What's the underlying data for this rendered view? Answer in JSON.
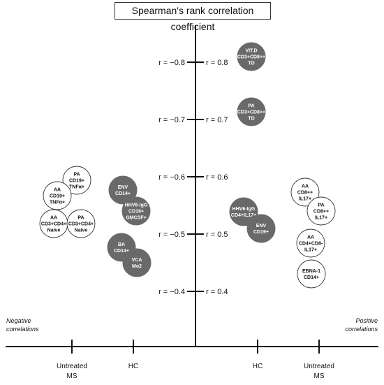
{
  "title": "Spearman's rank correlation coefficient",
  "left_ticks": [
    "r = −0.8",
    "r = −0.7",
    "r = −0.6",
    "r = −0.5",
    "r = −0.4"
  ],
  "right_ticks": [
    "r = 0.8",
    "r = 0.7",
    "r = 0.6",
    "r = 0.5",
    "r = 0.4"
  ],
  "x_axis": {
    "labels": [
      [
        "Untreated",
        "MS"
      ],
      [
        "HC"
      ],
      [
        "HC"
      ],
      [
        "Untreated",
        "MS"
      ]
    ]
  },
  "notes": {
    "negative": [
      "Negative",
      "correlations"
    ],
    "positive": [
      "Positive",
      "correlations"
    ]
  },
  "colors": {
    "filled": "#696969",
    "outline": "#333333",
    "axis": "#111111"
  },
  "bubbles": [
    {
      "id": "pa-cd19-tnfa",
      "style": "outline",
      "lines": [
        "PA",
        "CD19+",
        "TNFα+"
      ]
    },
    {
      "id": "aa-cd19-tnfa",
      "style": "outline",
      "lines": [
        "AA",
        "CD19+",
        "TNFα+"
      ]
    },
    {
      "id": "aa-cd3cd4-naive",
      "style": "outline",
      "lines": [
        "AA",
        "CD3+CD4+",
        "Naive"
      ]
    },
    {
      "id": "pa-cd3cd4-naive",
      "style": "outline",
      "lines": [
        "PA",
        "CD3+CD4+",
        "Naive"
      ]
    },
    {
      "id": "env-cd14",
      "style": "filled",
      "lines": [
        "ENV",
        "CD14+"
      ]
    },
    {
      "id": "hhv6-cd19-gmcsf",
      "style": "filled",
      "lines": [
        "HHV6-IgG",
        "CD19+",
        "GMCSF+"
      ]
    },
    {
      "id": "ba-cd14",
      "style": "filled",
      "lines": [
        "BA",
        "CD14+"
      ]
    },
    {
      "id": "vca-mo2",
      "style": "filled",
      "lines": [
        "VCA",
        "Mo2"
      ]
    },
    {
      "id": "vitd-cd3cd8-td",
      "style": "filled",
      "lines": [
        "VIT.D",
        "CD3+CD8++",
        "TD"
      ]
    },
    {
      "id": "pa-cd3cd8-td",
      "style": "filled",
      "lines": [
        "PA",
        "CD3+CD8++",
        "TD"
      ]
    },
    {
      "id": "hhv6-cd4-il17",
      "style": "filled",
      "lines": [
        "HHV6-IgG",
        "CD4+IL17+"
      ]
    },
    {
      "id": "env-cd19",
      "style": "filled",
      "lines": [
        "ENV",
        "CD19+"
      ]
    },
    {
      "id": "aa-cd8-il17",
      "style": "outline",
      "lines": [
        "AA",
        "CD8++",
        "IL17+"
      ]
    },
    {
      "id": "pa-cd8-il17",
      "style": "outline",
      "lines": [
        "PA",
        "CD8++",
        "IL17+"
      ]
    },
    {
      "id": "aa-cd4cd8-il17",
      "style": "outline",
      "lines": [
        "AA",
        "CD4+CD8-",
        "IL17+"
      ]
    },
    {
      "id": "ebna1-cd14",
      "style": "outline",
      "lines": [
        "EBNA-1",
        "CD14+"
      ]
    }
  ]
}
